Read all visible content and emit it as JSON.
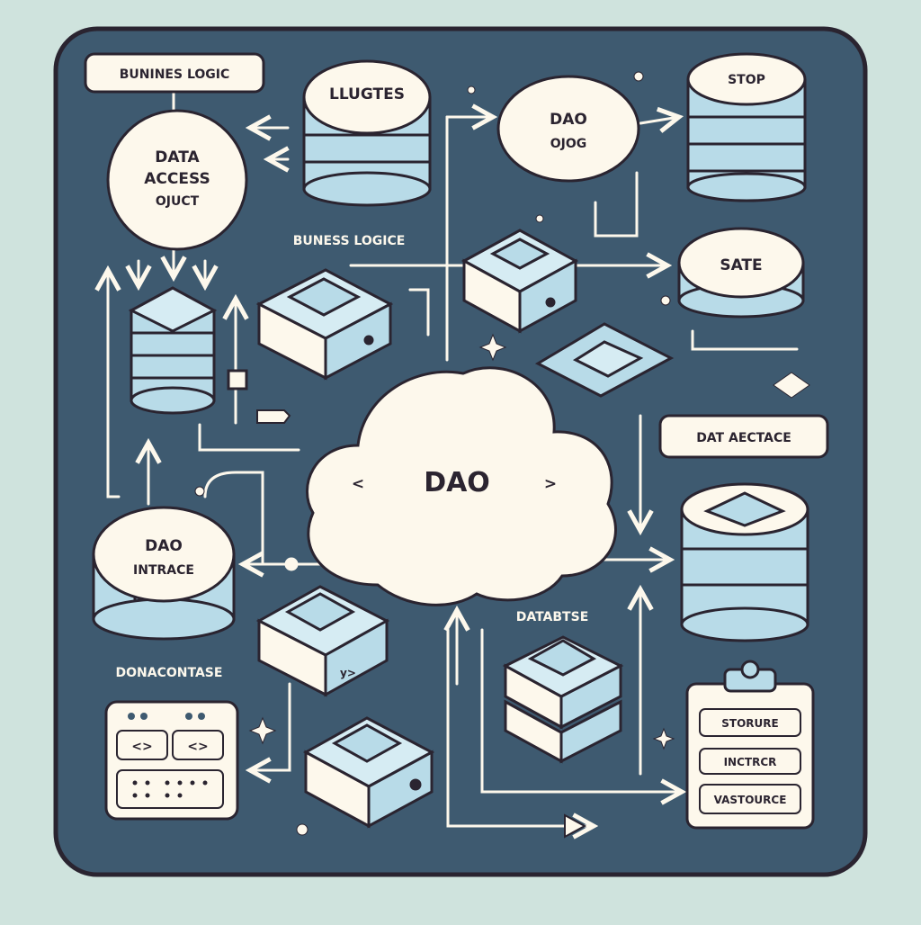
{
  "labels": {
    "bunines_logic": "BUNINES LOGIC",
    "data_access_l1": "DATA",
    "data_access_l2": "ACCESS",
    "data_access_l3": "OJUCT",
    "llugtes": "LLUGTES",
    "dao_ojog_l1": "DAO",
    "dao_ojog_l2": "OJOG",
    "stop": "STOP",
    "buness_logice": "BUNESS LOGICE",
    "sate": "SATE",
    "dat_aectace": "DAT AECTACE",
    "center_dao": "DAO",
    "center_chev_left": "<",
    "center_chev_right": ">",
    "dao_intrace_l1": "DAO",
    "dao_intrace_l2": "INTRACE",
    "databtse": "DATABTSE",
    "donacontase": "DONACONTASE",
    "code_left": "<>",
    "code_right": "<>",
    "cube_mark": "y>",
    "clip_row1": "STORURE",
    "clip_row2": "INCTRCR",
    "clip_row3": "VASTOURCE"
  },
  "colors": {
    "background": "#cfe3dd",
    "panel": "#3e5a70",
    "cream": "#fdf8ec",
    "light_blue": "#b8dbe8",
    "outline": "#2a2430"
  }
}
